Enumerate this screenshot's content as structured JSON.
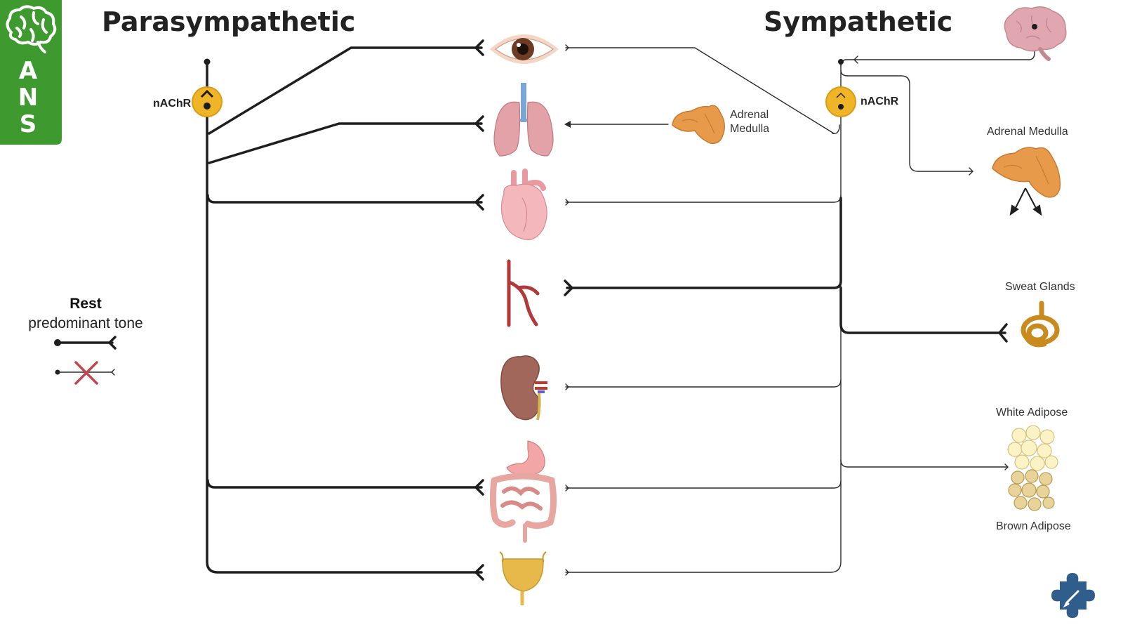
{
  "badge": {
    "letters": [
      "A",
      "N",
      "S"
    ],
    "color": "#3e9a2f",
    "icon": "brain-icon"
  },
  "titles": {
    "parasympathetic": "Parasympathetic",
    "sympathetic": "Sympathetic"
  },
  "receptors": {
    "left": "nAChR",
    "right": "nAChR",
    "color": "#f0b429"
  },
  "targets": {
    "adrenal_medulla_center": [
      "Adrenal",
      "Medulla"
    ],
    "adrenal_medulla_right": "Adrenal Medulla",
    "sweat_glands": "Sweat Glands",
    "white_adipose": "White Adipose",
    "brown_adipose": "Brown Adipose"
  },
  "organs": [
    "eye-icon",
    "lungs-icon",
    "heart-icon",
    "blood-vessel-icon",
    "kidney-icon",
    "gut-icon",
    "bladder-icon"
  ],
  "legend": {
    "title": "Rest",
    "subtitle": "predominant tone"
  },
  "corner_icon": "puzzle-piece-icon"
}
